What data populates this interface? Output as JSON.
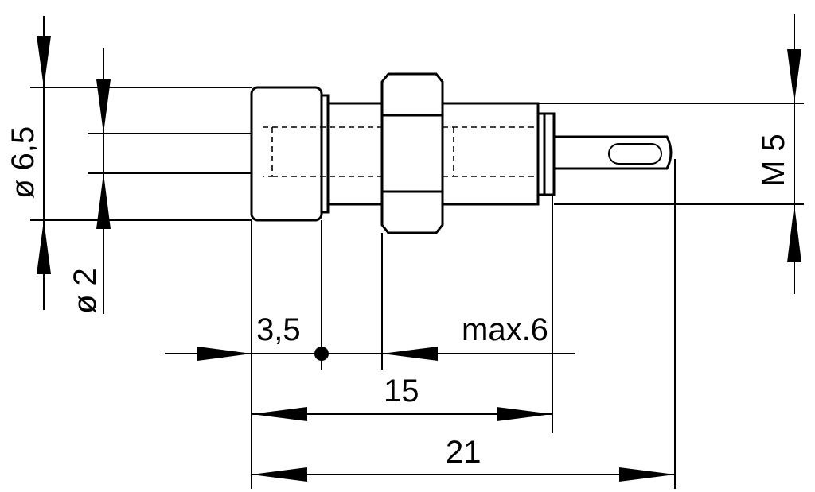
{
  "labels": {
    "dia_outer": "ø 6,5",
    "dia_pin": "ø 2",
    "head_len": "3,5",
    "max_thread": "max.6",
    "len_15": "15",
    "len_21": "21",
    "thread": "M 5"
  }
}
